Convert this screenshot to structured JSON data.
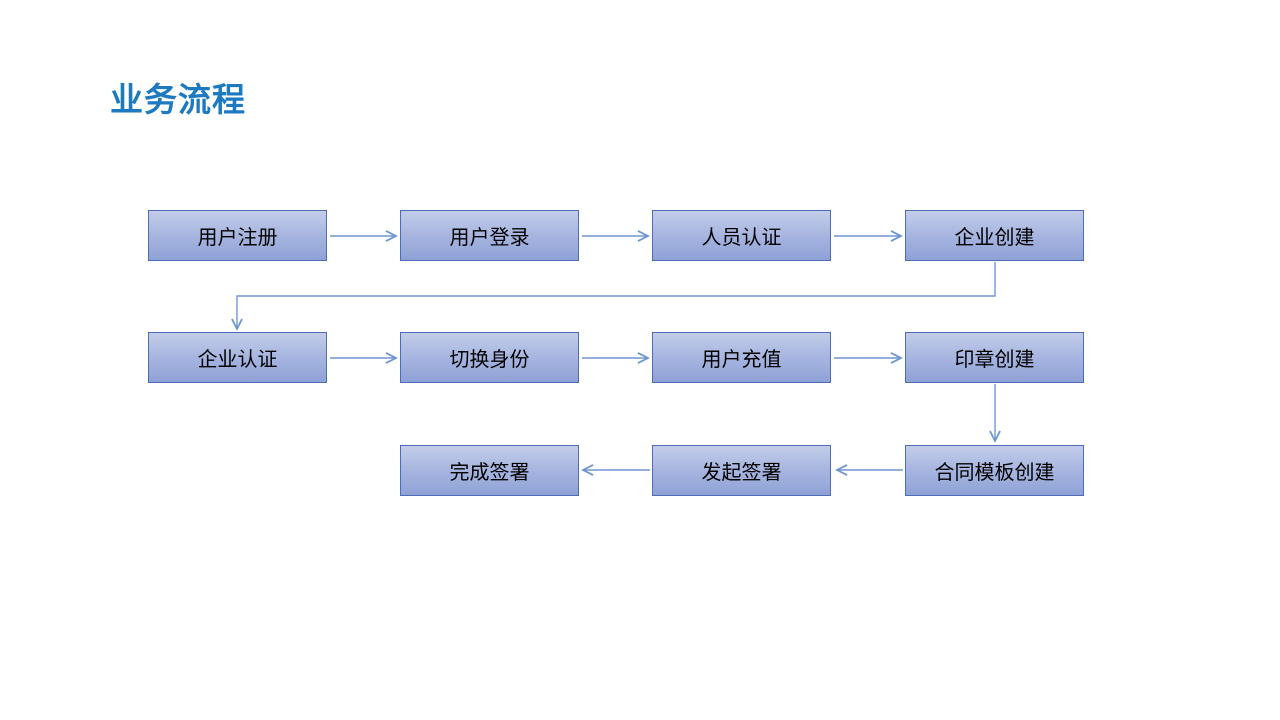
{
  "slide": {
    "title": "业务流程"
  },
  "colors": {
    "background": "#FFFFFF",
    "title": "#1E7AC0",
    "box_border": "#4F6CB8",
    "box_fill_top": "#C3CDE9",
    "box_fill_mid": "#A4B3DF",
    "box_fill_bottom": "#8FA2D6",
    "box_text": "#000000",
    "connector": "#6F96CF"
  },
  "flow": {
    "nodes": [
      {
        "id": "user-register",
        "label": "用户注册",
        "row": 1,
        "col": 1
      },
      {
        "id": "user-login",
        "label": "用户登录",
        "row": 1,
        "col": 2
      },
      {
        "id": "person-auth",
        "label": "人员认证",
        "row": 1,
        "col": 3
      },
      {
        "id": "enterprise-create",
        "label": "企业创建",
        "row": 1,
        "col": 4
      },
      {
        "id": "enterprise-auth",
        "label": "企业认证",
        "row": 2,
        "col": 1
      },
      {
        "id": "switch-identity",
        "label": "切换身份",
        "row": 2,
        "col": 2
      },
      {
        "id": "user-recharge",
        "label": "用户充值",
        "row": 2,
        "col": 3
      },
      {
        "id": "seal-create",
        "label": "印章创建",
        "row": 2,
        "col": 4
      },
      {
        "id": "complete-sign",
        "label": "完成签署",
        "row": 3,
        "col": 2
      },
      {
        "id": "initiate-sign",
        "label": "发起签署",
        "row": 3,
        "col": 3
      },
      {
        "id": "contract-template-create",
        "label": "合同模板创建",
        "row": 3,
        "col": 4
      }
    ],
    "edges": [
      {
        "from": "user-register",
        "to": "user-login"
      },
      {
        "from": "user-login",
        "to": "person-auth"
      },
      {
        "from": "person-auth",
        "to": "enterprise-create"
      },
      {
        "from": "enterprise-create",
        "to": "enterprise-auth"
      },
      {
        "from": "enterprise-auth",
        "to": "switch-identity"
      },
      {
        "from": "switch-identity",
        "to": "user-recharge"
      },
      {
        "from": "user-recharge",
        "to": "seal-create"
      },
      {
        "from": "seal-create",
        "to": "contract-template-create"
      },
      {
        "from": "contract-template-create",
        "to": "initiate-sign"
      },
      {
        "from": "initiate-sign",
        "to": "complete-sign"
      }
    ]
  }
}
